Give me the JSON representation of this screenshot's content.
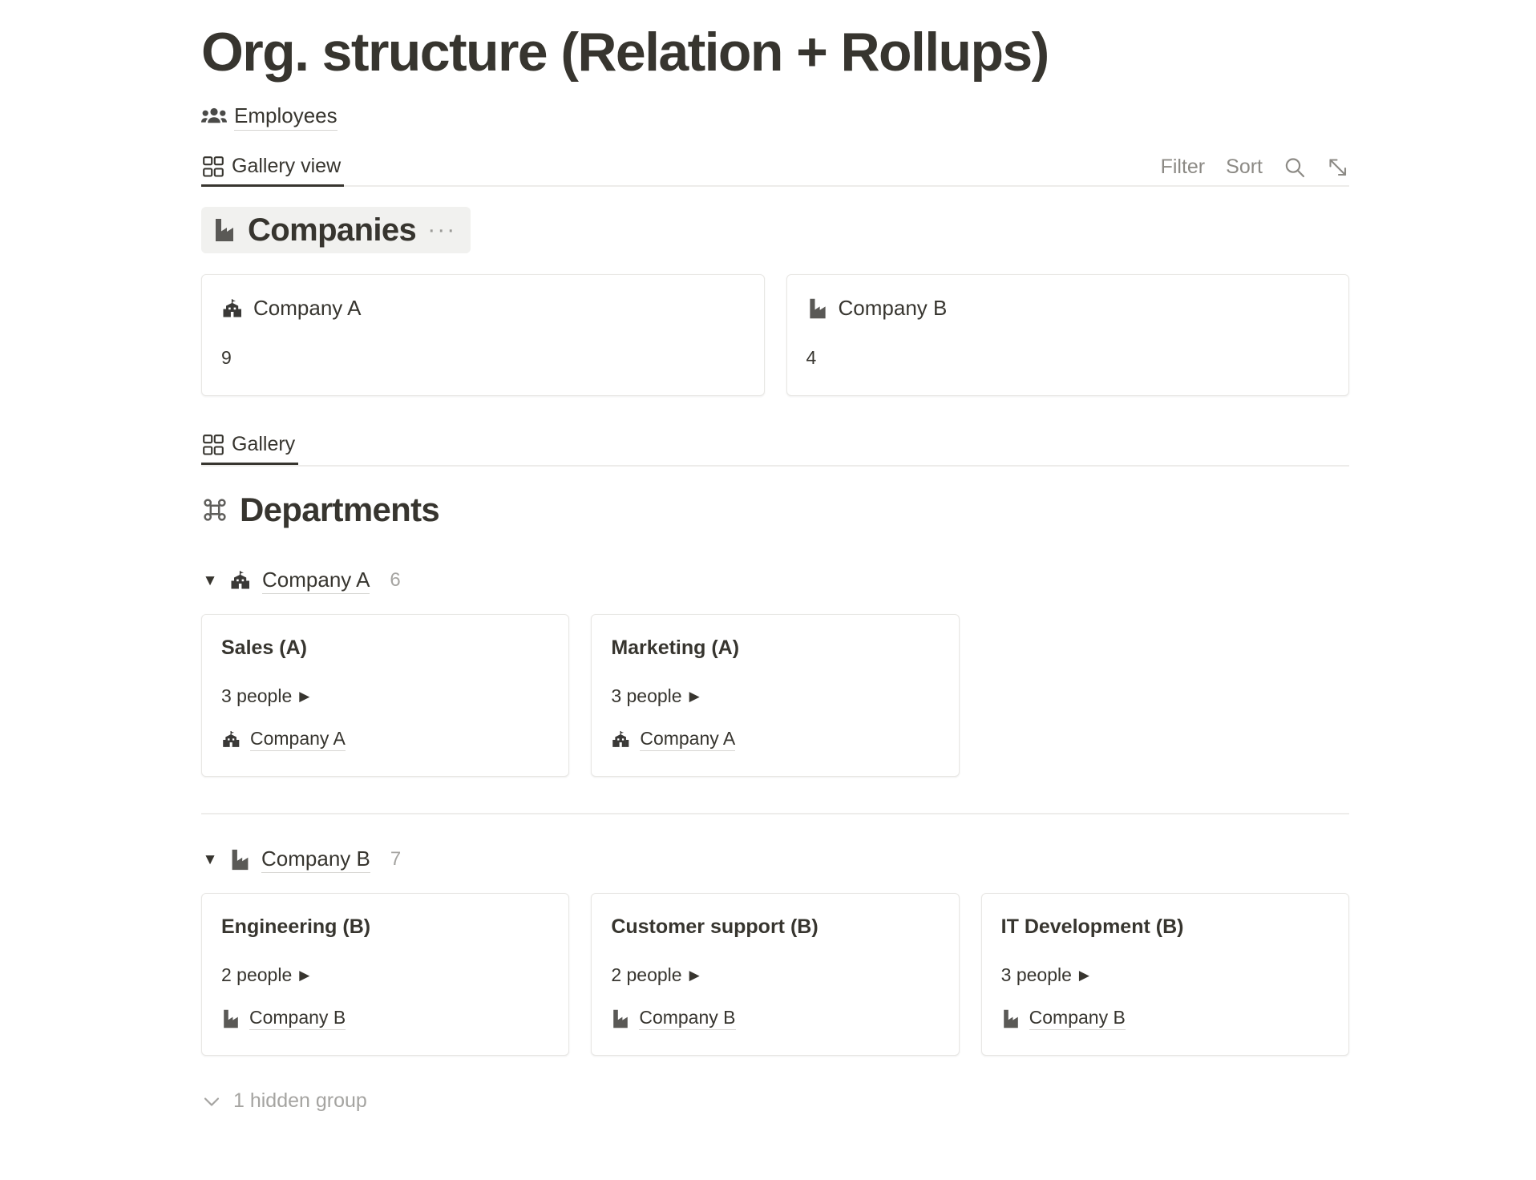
{
  "page": {
    "title": "Org. structure (Relation + Rollups)"
  },
  "breadcrumb": {
    "icon": "people-group-icon",
    "label": "Employees"
  },
  "toolbar": {
    "view_tab_label": "Gallery view",
    "view_tab_icon": "gallery-grid-icon",
    "filter_label": "Filter",
    "sort_label": "Sort",
    "search_icon": "search-icon",
    "expand_icon": "expand-diagonal-icon"
  },
  "companies_section": {
    "icon": "factory-icon",
    "title": "Companies",
    "menu_label": "···",
    "cards": [
      {
        "icon": "office-building-icon",
        "name": "Company A",
        "value": "9"
      },
      {
        "icon": "factory-icon",
        "name": "Company B",
        "value": "4"
      }
    ]
  },
  "departments_section": {
    "view_tab_label": "Gallery",
    "view_tab_icon": "gallery-grid-icon",
    "heading_icon": "command-loop-icon",
    "heading": "Departments",
    "groups": [
      {
        "caret": "▼",
        "icon": "office-building-icon",
        "name": "Company A",
        "count": "6",
        "cards": [
          {
            "title": "Sales (A)",
            "people": "3 people",
            "people_caret": "▶",
            "relation_icon": "office-building-icon",
            "relation": "Company A"
          },
          {
            "title": "Marketing (A)",
            "people": "3 people",
            "people_caret": "▶",
            "relation_icon": "office-building-icon",
            "relation": "Company A"
          }
        ]
      },
      {
        "caret": "▼",
        "icon": "factory-icon",
        "name": "Company B",
        "count": "7",
        "cards": [
          {
            "title": "Engineering (B)",
            "people": "2 people",
            "people_caret": "▶",
            "relation_icon": "factory-icon",
            "relation": "Company B"
          },
          {
            "title": "Customer support (B)",
            "people": "2 people",
            "people_caret": "▶",
            "relation_icon": "factory-icon",
            "relation": "Company B"
          },
          {
            "title": "IT Development (B)",
            "people": "3 people",
            "people_caret": "▶",
            "relation_icon": "factory-icon",
            "relation": "Company B"
          }
        ]
      }
    ],
    "hidden_group_label": "1 hidden group",
    "hidden_group_icon": "chevron-down-icon"
  },
  "colors": {
    "text": "#37352f",
    "muted": "#8c8a85",
    "border": "#e8e7e4",
    "chip_bg": "#f1f1ef"
  }
}
